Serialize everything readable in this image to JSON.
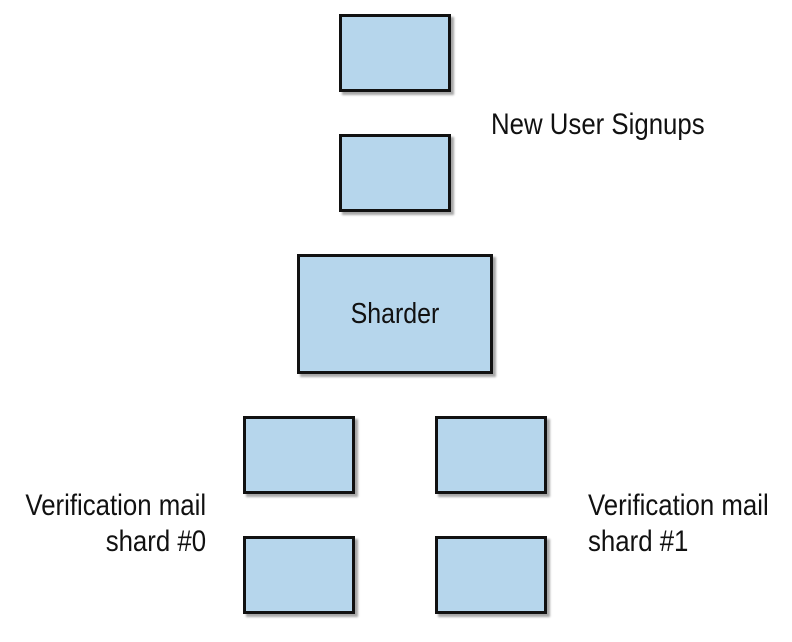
{
  "colors": {
    "box_fill": "#b6d6ec",
    "box_border": "#111111",
    "text": "#111111",
    "background": "#ffffff"
  },
  "signups": {
    "label": "New User Signups"
  },
  "sharder": {
    "label": "Sharder"
  },
  "shard0": {
    "label_line1": "Verification mail",
    "label_line2": "shard #0"
  },
  "shard1": {
    "label_line1": "Verification mail",
    "label_line2": "shard #1"
  }
}
